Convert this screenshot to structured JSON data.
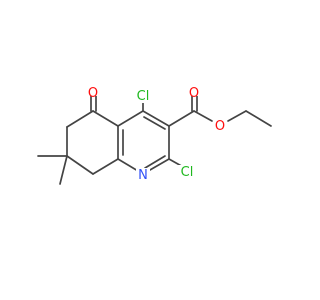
{
  "diagram": {
    "type": "chemical-structure",
    "atoms": {
      "carbonyl_oxygen": {
        "symbol": "O",
        "color": "#ff0d0d"
      },
      "chlorine_4": {
        "symbol": "Cl",
        "color": "#1fb81f"
      },
      "chlorine_2": {
        "symbol": "Cl",
        "color": "#1fb81f"
      },
      "ring_nitrogen": {
        "symbol": "N",
        "color": "#3050f8"
      },
      "ester_carbonyl_oxygen": {
        "symbol": "O",
        "color": "#ff0d0d"
      },
      "ester_oxygen": {
        "symbol": "O",
        "color": "#ff0d0d"
      }
    },
    "bond_color": "#444444"
  }
}
